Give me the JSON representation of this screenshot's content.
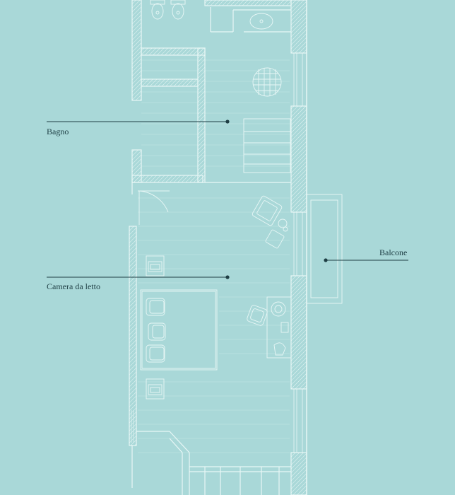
{
  "labels": {
    "bagno": "Bagno",
    "camera": "Camera da letto",
    "balcone": "Balcone"
  },
  "colors": {
    "background": "#a9d8d8",
    "lines": "#e8f7f6",
    "wall_fill": "#b9e2e1",
    "leader": "#1e3e44"
  },
  "icons": [
    "toilet-icon",
    "bidet-icon",
    "sink-icon",
    "shower-drain-icon",
    "armchair-icon",
    "desk-chair-icon",
    "bed-icon",
    "nightstand-icon",
    "door-swing-icon"
  ]
}
